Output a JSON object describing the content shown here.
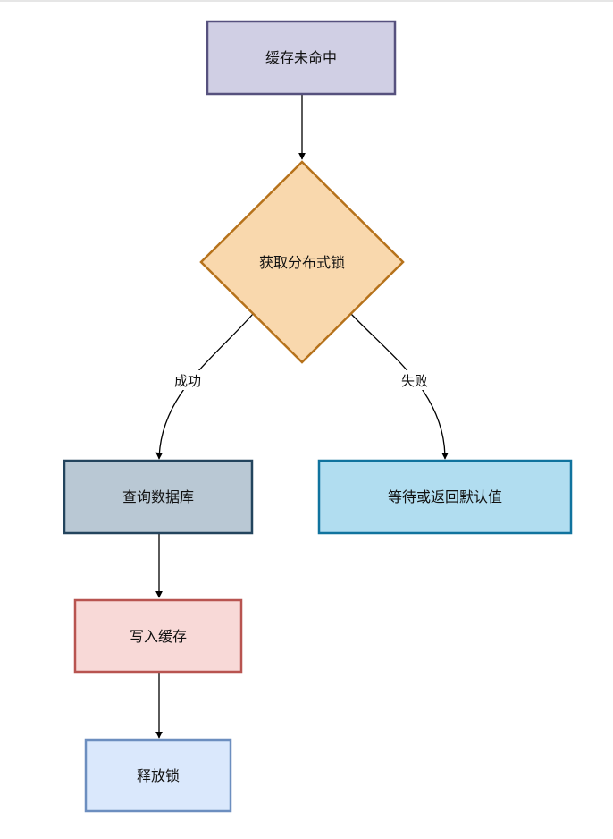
{
  "nodes": {
    "cache_miss": {
      "label": "缓存未命中",
      "fill": "#d0cfe4",
      "stroke": "#56517e"
    },
    "acquire_lock": {
      "label": "获取分布式锁",
      "fill": "#f9d8ad",
      "stroke": "#b6721b"
    },
    "query_db": {
      "label": "查询数据库",
      "fill": "#b9c8d4",
      "stroke": "#23445d"
    },
    "wait_default": {
      "label": "等待或返回默认值",
      "fill": "#b1ddf0",
      "stroke": "#10739e"
    },
    "write_cache": {
      "label": "写入缓存",
      "fill": "#f8d9d7",
      "stroke": "#b85450"
    },
    "release_lock": {
      "label": "释放锁",
      "fill": "#dae8fc",
      "stroke": "#6c8ebf"
    }
  },
  "edges": {
    "success_label": "成功",
    "failure_label": "失败"
  },
  "colors": {
    "edge": "#000000"
  }
}
